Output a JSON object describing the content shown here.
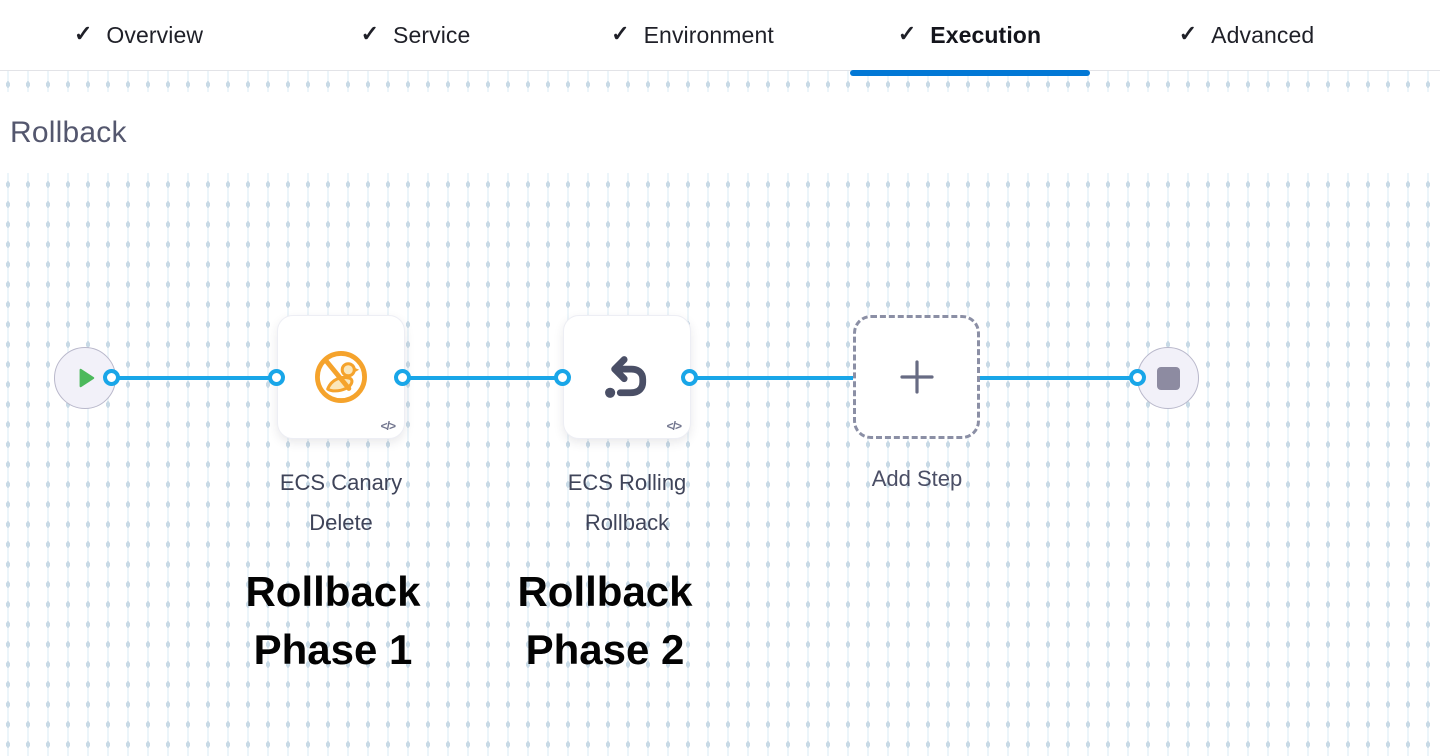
{
  "tabs": {
    "check_glyph": "✓",
    "items": [
      {
        "label": "Overview",
        "completed": true,
        "active": false
      },
      {
        "label": "Service",
        "completed": true,
        "active": false
      },
      {
        "label": "Environment",
        "completed": true,
        "active": false
      },
      {
        "label": "Execution",
        "completed": true,
        "active": true
      },
      {
        "label": "Advanced",
        "completed": true,
        "active": false
      }
    ]
  },
  "section": {
    "title": "Rollback"
  },
  "pipeline": {
    "start_node": "play",
    "end_node": "stop",
    "steps": [
      {
        "name": "ECS Canary Delete",
        "icon": "canary-delete-icon",
        "code_badge": "</>",
        "annotation": "Rollback Phase 1"
      },
      {
        "name": "ECS Rolling Rollback",
        "icon": "rollback-arrow-icon",
        "code_badge": "</>",
        "annotation": "Rollback Phase 2"
      }
    ],
    "add_step_label": "Add Step"
  },
  "colors": {
    "active_tab_underline": "#0278D5",
    "connector_blue": "#19A6E8",
    "canary_orange": "#F5A32C",
    "icon_slate": "#4A4F66",
    "play_green": "#4CB95C",
    "stop_gray": "#8D8BA1",
    "annotation_black": "#030303"
  }
}
